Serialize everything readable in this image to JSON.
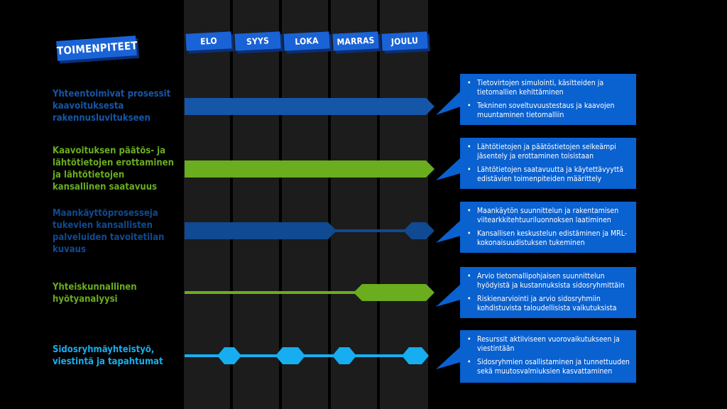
{
  "title": "TOIMENPITEET",
  "months": [
    "ELO",
    "SYYS",
    "LOKA",
    "MARRAS",
    "JOULU"
  ],
  "colors": {
    "dark_blue": "#1656a8",
    "navy": "#0f4a92",
    "green": "#6aad1e",
    "cyan": "#16aef0",
    "box_blue": "#0a61d0",
    "badge_blue": "#1a63d6",
    "column": "#1c1c1c"
  },
  "tracks": [
    {
      "label": "Yhteentoimivat prosessit kaavoituksesta rakennusluvitukseen",
      "color": "#1656a8",
      "items": [
        "Tietovirtojen simulointi, käsitteiden ja tietomallien kehittäminen",
        "Tekninen soveltuvuustestaus ja kaavojen muuntaminen tietomalliin"
      ]
    },
    {
      "label": "Kaavoituksen päätös- ja lähtötietojen erottaminen ja lähtötietojen kansallinen saatavuus",
      "color": "#6aad1e",
      "items": [
        "Lähtötietojen ja päätöstietojen selkeämpi jäsentely ja erottaminen toisistaan",
        "Lähtötietojen saatavuutta ja käytettävyyttä edistävien toimenpiteiden määrittely"
      ]
    },
    {
      "label": "Maankäyttöprosesseja tukevien kansallisten palveluiden tavoitetilan kuvaus",
      "color": "#0f4a92",
      "items": [
        "Maankäytön suunnittelun ja rakentamisen viitearkkitehtuuriluonnoksen laatiminen",
        "Kansallisen keskustelun edistäminen ja MRL-kokonaisuudistuksen tukeminen"
      ]
    },
    {
      "label": "Yhteiskunnallinen hyötyanalyysi",
      "color": "#6aad1e",
      "items": [
        "Arvio tietomallipohjaisen suunnittelun hyödyistä ja kustannuksista sidosryhmittäin",
        "Riskienarviointi ja arvio sidosryhmiin kohdistuvista taloudellisista vaikutuksista"
      ]
    },
    {
      "label": "Sidosryhmäyhteistyö, viestintä ja tapahtumat",
      "color": "#16aef0",
      "items": [
        "Resurssit aktiiviseen vuorovaikutukseen ja viestintään",
        "Sidosryhmien osallistaminen ja tunnettuuden sekä muutosvalmiuksien kasvattaminen"
      ]
    }
  ]
}
